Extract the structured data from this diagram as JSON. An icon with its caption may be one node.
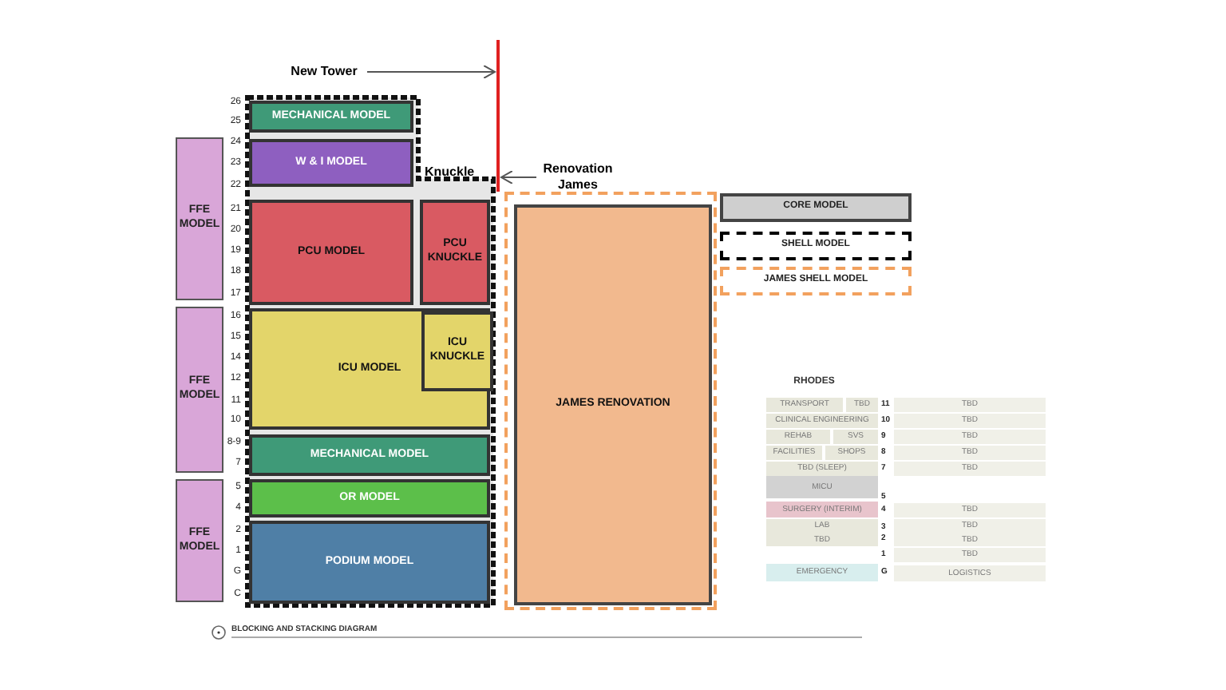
{
  "diagram": {
    "caption": "BLOCKING AND STACKING DIAGRAM",
    "nodes": [
      {
        "text": [
          "New Tower"
        ]
      },
      {
        "text": [],
        "shape": "bar"
      },
      {
        "text": [
          "Renovation James"
        ]
      },
      {
        "text": [
          "FFE MODEL"
        ]
      },
      {
        "text": [
          "FFE MODEL"
        ]
      },
      {
        "text": [
          "FFE MODEL"
        ]
      },
      {
        "text": [],
        "shape": "box"
      },
      {
        "text": [
          "MECHANICAL MODEL"
        ],
        "in": 6
      },
      {
        "text": [
          "W & I MODEL"
        ],
        "in": 6
      },
      {
        "text": [
          "PCU MODEL"
        ],
        "in": 6
      },
      {
        "text": [
          "PCU KNUCKLE"
        ],
        "in": 6
      },
      {
        "text": [
          "ICU MODEL"
        ],
        "in": 6
      },
      {
        "text": [
          "ICU KNUCKLE"
        ],
        "in": 11
      },
      {
        "text": [
          "MECHANICAL MODEL"
        ],
        "in": 6
      },
      {
        "text": [
          "OR MODEL"
        ],
        "in": 6
      },
      {
        "text": [
          "PODIUM MODEL"
        ],
        "in": 6
      },
      {
        "text": [],
        "shape": "box"
      },
      {
        "text": [
          "JAMES RENOVATION"
        ],
        "in": 16
      },
      {
        "text": [
          "CORE MODEL"
        ]
      },
      {
        "text": [
          "SHELL MODEL"
        ]
      },
      {
        "text": [
          "JAMES SHELL MODEL"
        ]
      }
    ],
    "edges": [
      {
        "from": 0,
        "to": 1,
        "arrow": "to"
      },
      {
        "from": 2,
        "to": 1,
        "arrow": "to"
      }
    ],
    "labels": [
      "26",
      "25",
      "24",
      "23",
      "22",
      "21",
      "20",
      "19",
      "18",
      "17",
      "16",
      "15",
      "14",
      "12",
      "11",
      "10",
      "8-9",
      "7",
      "5",
      "4",
      "2",
      "1",
      "G",
      "C",
      "Knuckle",
      "RHODES",
      "TRANSPORT",
      "TBD",
      "11",
      "TBD",
      "CLINICAL ENGINEERING",
      "10",
      "TBD",
      "REHAB",
      "SVS",
      "9",
      "TBD",
      "FACILITIES",
      "SHOPS",
      "8",
      "TBD",
      "TBD (SLEEP)",
      "7",
      "TBD",
      "MICU",
      "5",
      "SURGERY (INTERIM)",
      "4",
      "TBD",
      "LAB",
      "3",
      "TBD",
      "TBD",
      "2",
      "TBD",
      "1",
      "TBD",
      "EMERGENCY",
      "G",
      "LOGISTICS"
    ]
  }
}
